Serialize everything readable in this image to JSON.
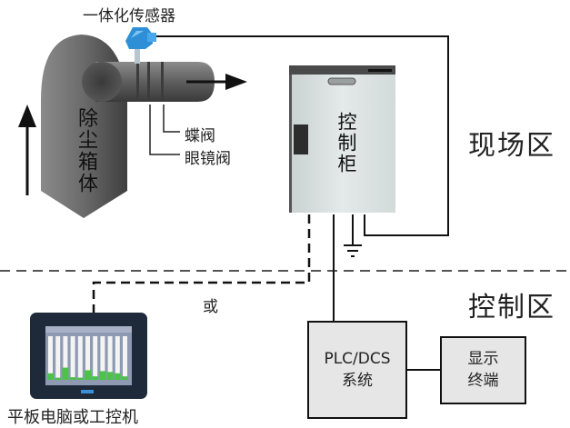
{
  "labels": {
    "sensor": "一体化传感器",
    "dust_box": "除尘箱体",
    "butterfly_valve": "蝶阀",
    "spectacle_valve": "眼镜阀",
    "cabinet": "控制柜",
    "field_zone": "现场区",
    "control_zone": "控制区",
    "or": "或",
    "plc_line1": "PLC/DCS",
    "plc_line2": "系统",
    "display_line1": "显示",
    "display_line2": "终端",
    "tablet": "平板电脑或工控机"
  },
  "colors": {
    "dust_body": "#6b6b6b",
    "sensor_blue": "#2f8fd6",
    "cabinet_fill": "#dde3e3",
    "box_fill": "#e6e6e6",
    "screen_green": "#4cc24a",
    "line": "#111111"
  },
  "tablet_screen": {
    "bar_levels": [
      0.15,
      0.05,
      0.28,
      0.06,
      0.05,
      0.22,
      0.08,
      0.2,
      0.18,
      0.15,
      0.08
    ]
  }
}
